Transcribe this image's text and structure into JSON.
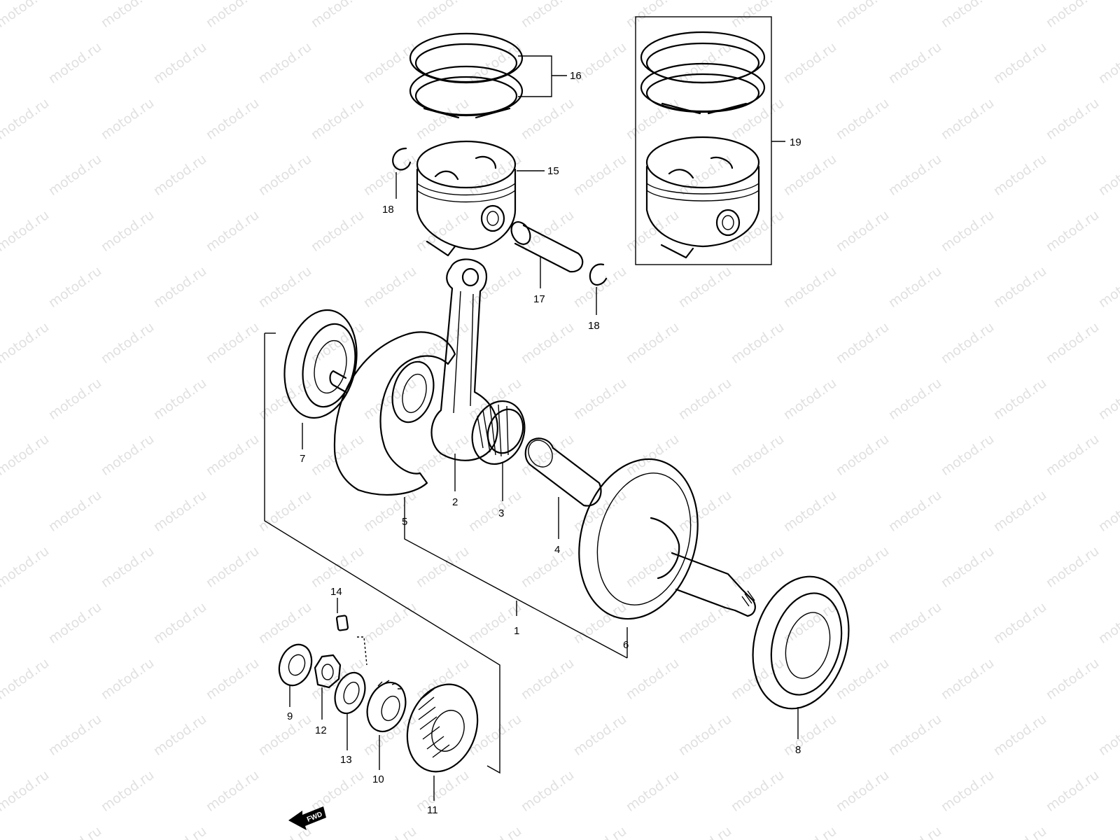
{
  "watermark": "motod.ru",
  "direction_label": "FWD",
  "callouts": {
    "c1": "1",
    "c2": "2",
    "c3": "3",
    "c4": "4",
    "c5": "5",
    "c6": "6",
    "c7": "7",
    "c8": "8",
    "c9": "9",
    "c10": "10",
    "c11": "11",
    "c12": "12",
    "c13": "13",
    "c14": "14",
    "c15": "15",
    "c16": "16",
    "c17": "17",
    "c18a": "18",
    "c18b": "18",
    "c19": "19"
  },
  "colors": {
    "line": "#000000",
    "watermark": "#c8c8c8",
    "background": "#ffffff"
  }
}
